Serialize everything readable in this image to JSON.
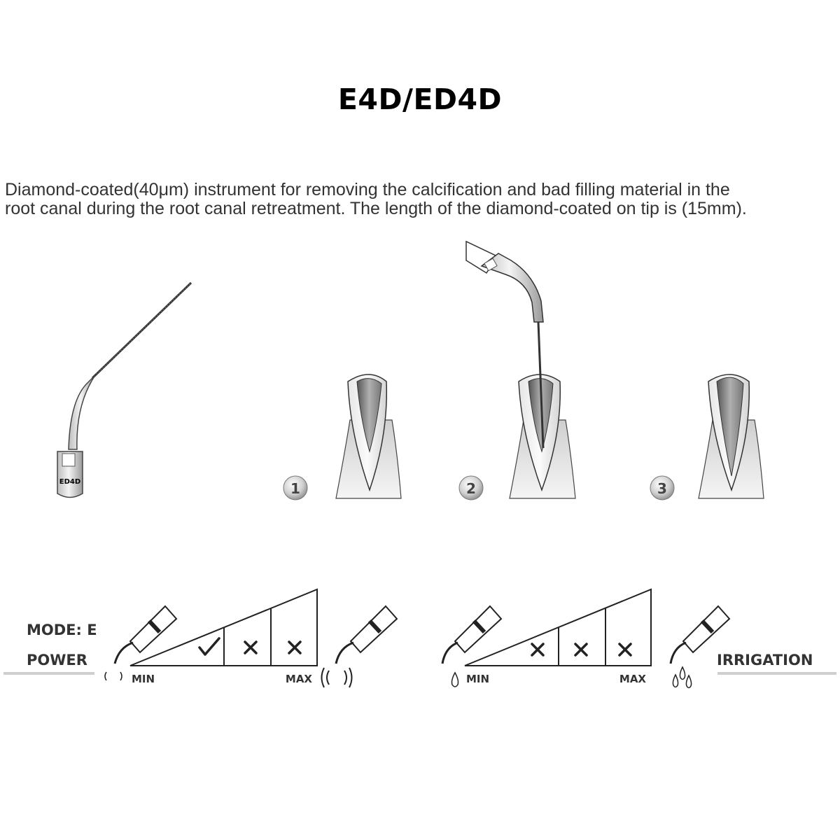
{
  "title": "E4D/ED4D",
  "description": {
    "line1": "Diamond-coated(40μm) instrument for removing the calcification and bad filling material in the",
    "line2": "root canal during the root canal retreatment. The length of the diamond-coated on tip is (15mm)."
  },
  "tip_label": "ED4D",
  "steps": [
    "1",
    "2",
    "3"
  ],
  "settings": {
    "mode_label": "MODE: E",
    "power_label": "POWER",
    "irrigation_label": "IRRIGATION",
    "power_scale": {
      "min_label": "MIN",
      "max_label": "MAX",
      "levels": [
        "check-icon",
        "cross-icon",
        "cross-icon"
      ]
    },
    "irrigation_scale": {
      "min_label": "MIN",
      "max_label": "MAX",
      "levels": [
        "cross-icon",
        "cross-icon",
        "cross-icon"
      ]
    }
  }
}
